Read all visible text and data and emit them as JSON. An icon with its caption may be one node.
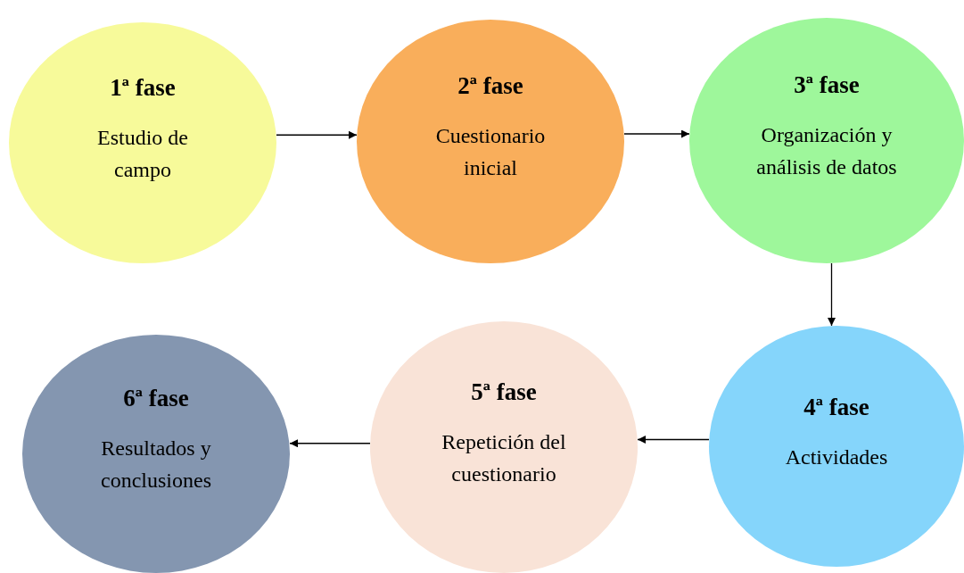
{
  "diagram": {
    "nodes": [
      {
        "text": [
          "1ª fase",
          "Estudio de campo"
        ]
      },
      {
        "text": [
          "2ª fase",
          "Cuestionario inicial"
        ]
      },
      {
        "text": [
          "3ª fase",
          "Organización y análisis de datos"
        ]
      },
      {
        "text": [
          "4ª fase",
          "Actividades"
        ]
      },
      {
        "text": [
          "5ª fase",
          "Repetición del cuestionario"
        ]
      },
      {
        "text": [
          "6ª fase",
          "Resultados y conclusiones"
        ]
      }
    ],
    "edges": [
      {
        "from": 0,
        "to": 1,
        "arrow": "to"
      },
      {
        "from": 1,
        "to": 2,
        "arrow": "to"
      },
      {
        "from": 2,
        "to": 3,
        "arrow": "to"
      },
      {
        "from": 3,
        "to": 4,
        "arrow": "to"
      },
      {
        "from": 4,
        "to": 5,
        "arrow": "to"
      }
    ]
  }
}
